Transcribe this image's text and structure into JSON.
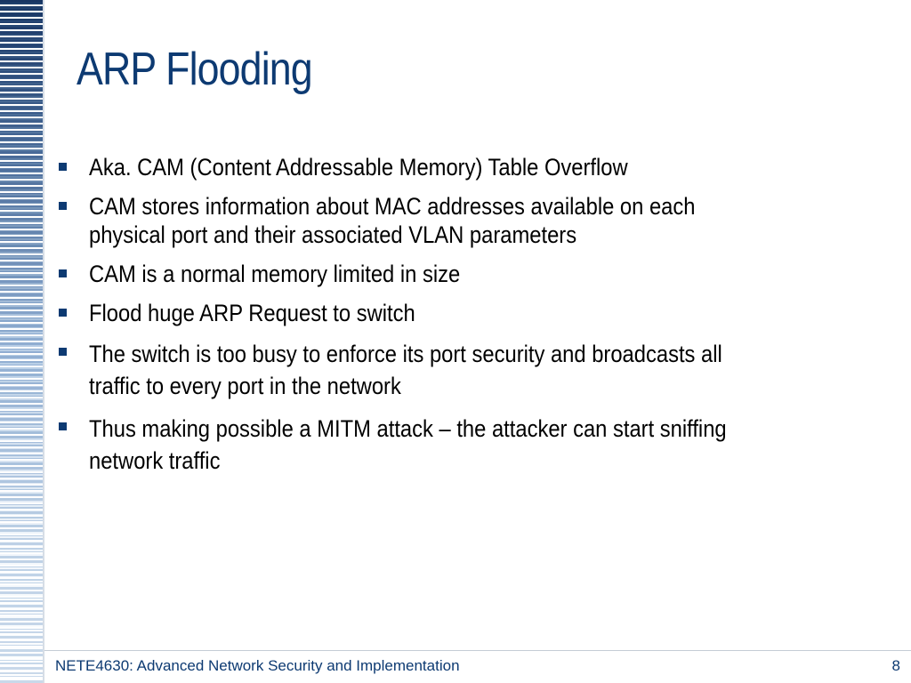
{
  "slide": {
    "title": "ARP Flooding",
    "bullets": [
      "Aka. CAM (Content Addressable Memory) Table Overflow",
      "CAM stores information about MAC addresses available on each physical port and their associated VLAN parameters",
      "CAM is a normal memory limited in size",
      "Flood huge ARP Request to switch",
      "The switch is too busy to enforce its port security and broadcasts all traffic to every port in the network",
      "Thus making possible a MITM attack – the attacker can start sniffing network traffic"
    ],
    "bullet_line_breaks": [
      [
        ""
      ],
      [
        "CAM stores information about MAC addresses available on each",
        "physical port and their associated VLAN parameters"
      ],
      [
        ""
      ],
      [
        ""
      ],
      [
        "The switch is too busy to enforce its port security and broadcasts all",
        "traffic to every port in the network"
      ],
      [
        "Thus making possible a MITM attack – the attacker can start sniffing",
        "network traffic"
      ]
    ]
  },
  "footer": {
    "course": "NETE4630: Advanced Network Security and Implementation",
    "page_number": "8"
  },
  "colors": {
    "title": "#0d3a72",
    "bullet_marker": "#0d3a72",
    "footer_text": "#0d3a72",
    "sidebar_dark": "#0a2d5f",
    "sidebar_light": "#c9d9ea"
  }
}
